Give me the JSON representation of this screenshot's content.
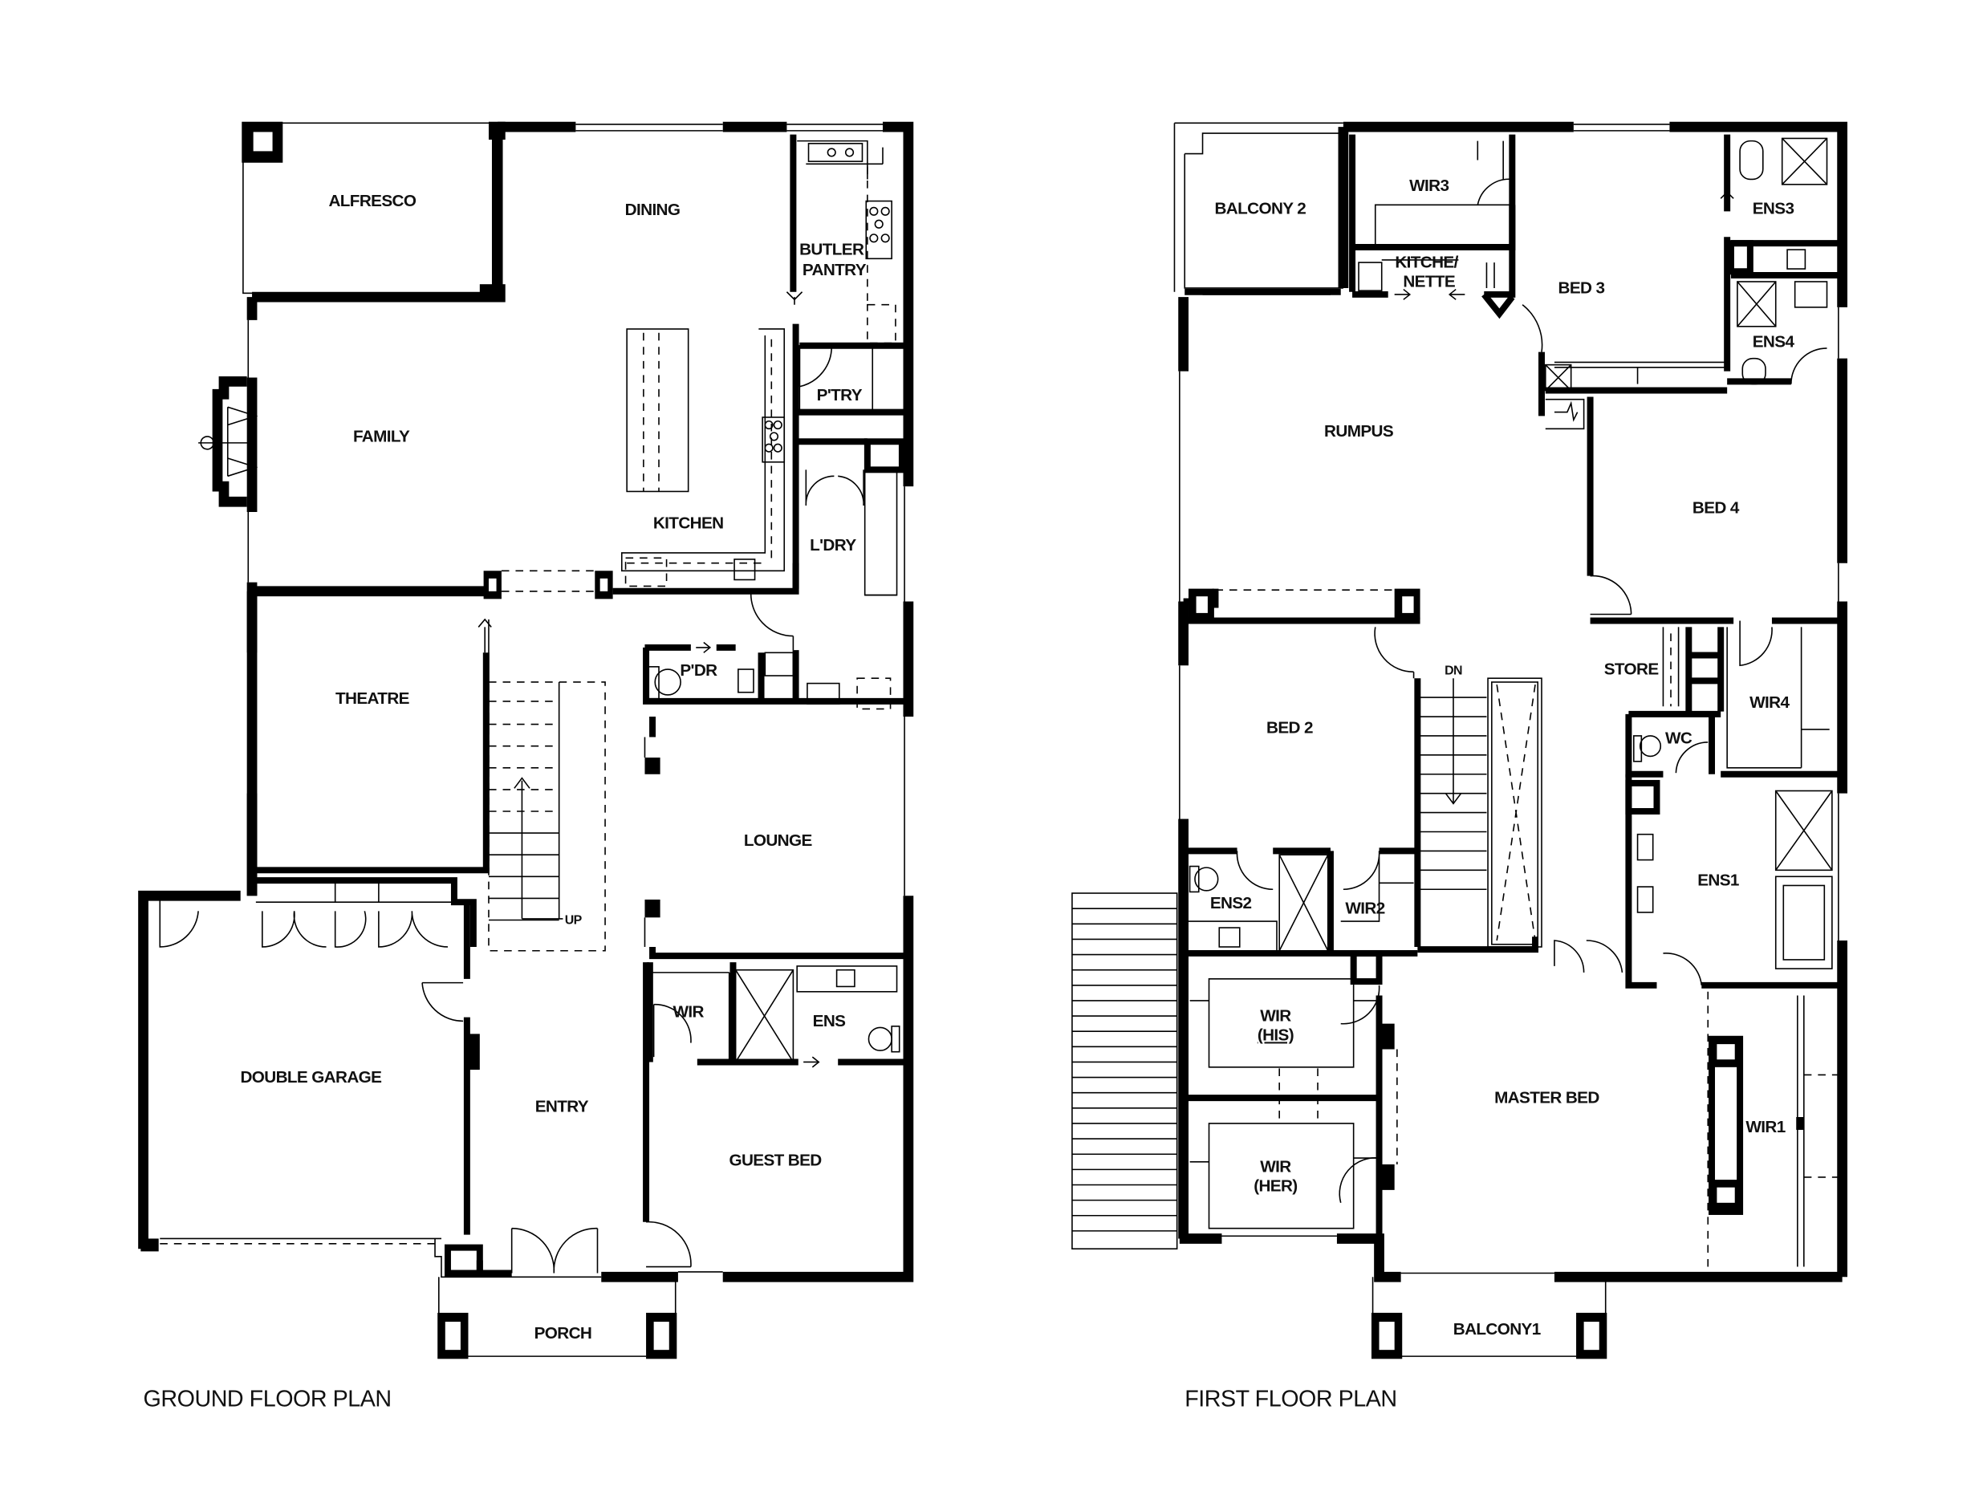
{
  "ground_floor": {
    "title": "GROUND FLOOR PLAN",
    "rooms": {
      "alfresco": "ALFRESCO",
      "dining": "DINING",
      "butler_pantry_1": "BUTLER",
      "butler_pantry_2": "PANTRY",
      "family": "FAMILY",
      "pantry": "P'TRY",
      "kitchen": "KITCHEN",
      "laundry": "L'DRY",
      "theatre": "THEATRE",
      "powder": "P'DR",
      "lounge": "LOUNGE",
      "double_garage": "DOUBLE GARAGE",
      "entry": "ENTRY",
      "wir": "WIR",
      "ens": "ENS",
      "guest_bed": "GUEST BED",
      "porch": "PORCH"
    },
    "stair_label": "UP"
  },
  "first_floor": {
    "title": "FIRST FLOOR PLAN",
    "rooms": {
      "balcony2": "BALCONY 2",
      "wir3": "WIR3",
      "kitchenette_1": "KITCHE/",
      "kitchenette_2": "NETTE",
      "bed3": "BED 3",
      "ens3": "ENS3",
      "ens4": "ENS4",
      "rumpus": "RUMPUS",
      "bed4": "BED 4",
      "store": "STORE",
      "wir4": "WIR4",
      "wc": "WC",
      "bed2": "BED 2",
      "ens1": "ENS1",
      "ens2": "ENS2",
      "wir2": "WIR2",
      "wir_his_1": "WIR",
      "wir_his_2": "(HIS)",
      "wir_her_1": "WIR",
      "wir_her_2": "(HER)",
      "master_bed": "MASTER BED",
      "wir1": "WIR1",
      "balcony1": "BALCONY1"
    },
    "stair_label": "DN"
  }
}
